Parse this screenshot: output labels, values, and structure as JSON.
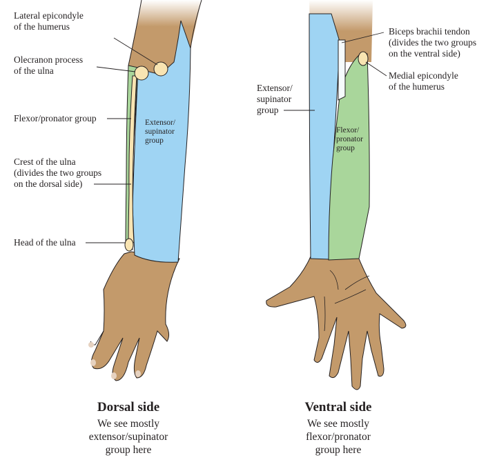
{
  "dorsal": {
    "labels": {
      "lateral_epicondyle": "Lateral epicondyle\nof the humerus",
      "olecranon": "Olecranon process\nof the ulna",
      "flexor_group": "Flexor/pronator group",
      "crest": "Crest of the ulna\n(divides the two groups\non the dorsal side)",
      "head_ulna": "Head of the ulna",
      "extensor_inside": "Extensor/\nsupinator\ngroup"
    },
    "title": "Dorsal side",
    "subtitle": "We see mostly\nextensor/supinator\ngroup here"
  },
  "ventral": {
    "labels": {
      "biceps": "Biceps brachii tendon\n(divides the two groups\non the ventral side)",
      "medial_epicondyle": "Medial epicondyle\nof the humerus",
      "extensor_group": "Extensor/\nsupinator\ngroup",
      "flexor_inside": "Flexor/\npronator\ngroup"
    },
    "title": "Ventral side",
    "subtitle": "We see mostly\nflexor/pronator\ngroup here"
  },
  "colors": {
    "skin": "#c39a6b",
    "extensor": "#9fd4f3",
    "flexor": "#a9d69b",
    "bone": "#f8e4b2"
  }
}
